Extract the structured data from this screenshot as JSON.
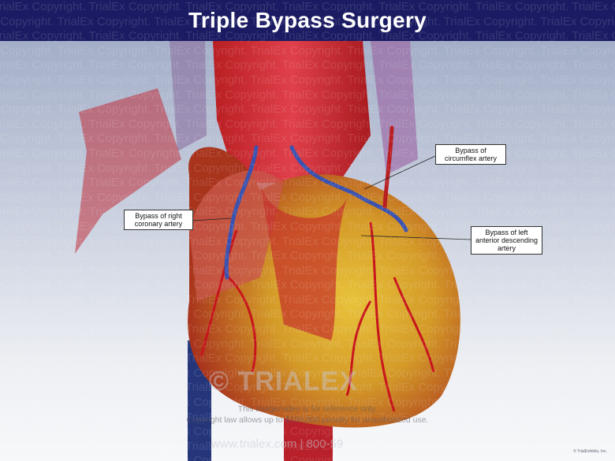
{
  "title": "Triple Bypass Surgery",
  "watermark_text": "TrialEx Copyright.",
  "labels": {
    "right_coronary": "Bypass of right coronary artery",
    "circumflex": "Bypass of circumflex artery",
    "lad": "Bypass of left anterior descending artery"
  },
  "footer": {
    "brand": "© TRIALEX",
    "notice_line1": "This image/video is for reference only.",
    "notice_line2": "Copyright law allows up to $150,000 penalty for unauthorized use.",
    "web": "www.trialex.com  |  800-59",
    "corner_credit": "© TrialExhibits, Inc."
  },
  "colors": {
    "header": "#1b1b63",
    "graft": "#3a52b0",
    "artery": "#c8141c"
  }
}
